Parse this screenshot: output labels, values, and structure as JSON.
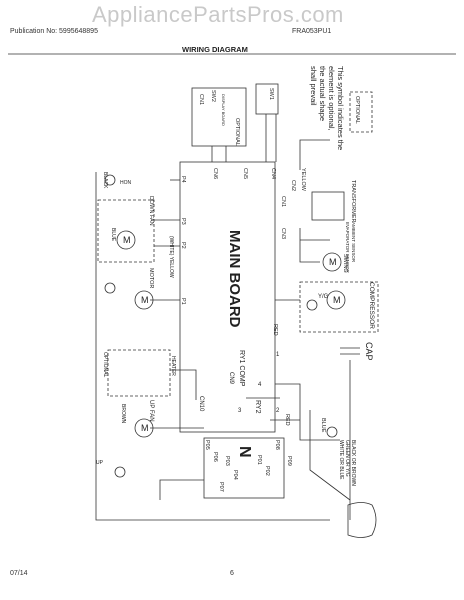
{
  "watermark": "AppliancePartsPros.com",
  "header": {
    "publication": "Publication No: 5995648895",
    "model": "FRA053PU1"
  },
  "title": "WIRING DIAGRAM",
  "footer": {
    "date": "07/14",
    "page": "6"
  },
  "note": {
    "line1": "This symbol indicates the",
    "line2": "element is optional,",
    "line3": "the actual shape",
    "line4": "shall prevail",
    "optional": "OPTIONAL"
  },
  "labels": {
    "main_board": "MAIN BOARD",
    "sw1": "SW1",
    "sw2": "SW2",
    "cn1_box": "CN1",
    "display_board": "DISPLAY BOARD",
    "optional": "OPTIONAL",
    "cn4": "CN4",
    "cn5": "CN5",
    "cn6": "CN6",
    "cn2": "CN2",
    "cn1": "CN1",
    "cn3": "CN3",
    "yellow": "YELLOW",
    "red": "RED",
    "transformer": "TRANSFORMER",
    "ambient_sensor": "AMBIENT SENSOR",
    "evaporator_sensor": "EVAPORATOR SENSOR",
    "swing": "SWING",
    "compressor": "COMPRESSOR",
    "cap": "CAP",
    "yg": "Y/G",
    "black": "BLACK",
    "p4": "P4",
    "p3": "P3",
    "p2": "P2",
    "p1": "P1",
    "down_fan": "DOWN FAN",
    "white_yellow": "(WHITE) YELLOW",
    "blue": "BLUE",
    "brown": "BROWN",
    "motor": "MOTOR",
    "m": "M",
    "heater": "HEATER",
    "ry1_comp": "RY1 COMP",
    "cn9": "CN9",
    "ry2": "RY2",
    "cn10": "CN10",
    "up_fan": "UP FAN",
    "p09": "P09",
    "p08": "P08",
    "p01": "P01",
    "p02": "P02",
    "p03": "P03",
    "p04": "P04",
    "p05": "P05",
    "p06": "P06",
    "p07": "P07",
    "n": "N",
    "plug_black": "BLACK OR BROWN",
    "plug_green": "GREEN OR Y/G",
    "plug_white": "WHITE OR BLUE",
    "up": "UP",
    "one": "1",
    "two": "2",
    "three": "3",
    "four": "4",
    "hon": "HON"
  }
}
